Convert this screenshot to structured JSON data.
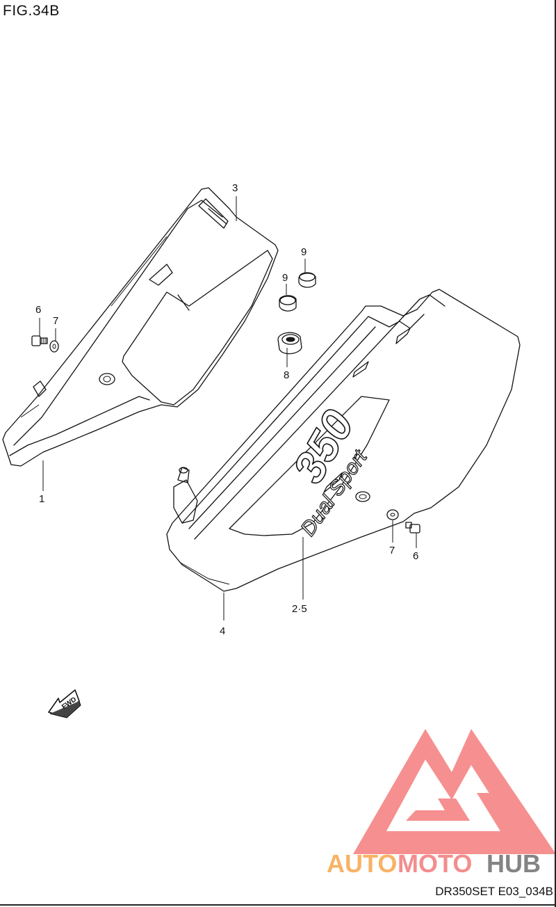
{
  "figure": {
    "title": "FIG.34B",
    "code": "DR350SET E03_034B"
  },
  "callouts": {
    "part_1": "1",
    "part_3": "3",
    "part_4": "4",
    "part_2_5": "2·5",
    "part_6_left": "6",
    "part_7_left": "7",
    "part_6_right": "6",
    "part_7_right": "7",
    "part_8": "8",
    "part_9_upper": "9",
    "part_9_lower": "9"
  },
  "decal": {
    "number": "350",
    "text": "Dual Sport"
  },
  "fwd_arrow": {
    "label": "FWD"
  },
  "watermark": {
    "auto": "AUTO",
    "moto": "MOTO",
    "hub": "HUB",
    "colors": {
      "auto": "#f6a64b",
      "moto": "#f07a7a",
      "hub": "#6e6e6e",
      "logo": "#f57c7c"
    }
  }
}
